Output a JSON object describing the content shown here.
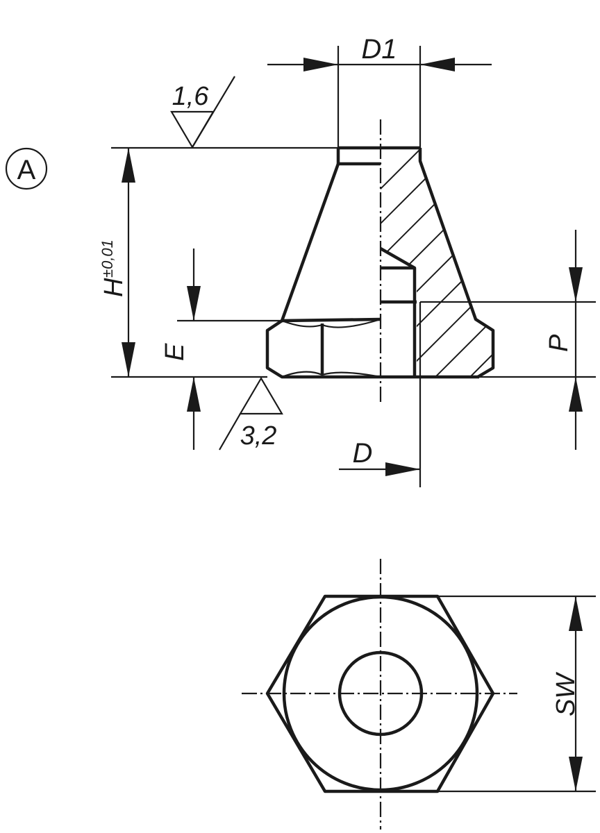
{
  "drawing": {
    "view_marker": "A",
    "dimensions": {
      "d1": "D1",
      "d": "D",
      "h": "H",
      "h_tolerance": "±0,01",
      "e": "E",
      "p": "P",
      "sw": "SW"
    },
    "surface_roughness": {
      "top": "1,6",
      "bottom": "3,2"
    },
    "colors": {
      "line": "#1a1a1a",
      "background": "#ffffff"
    }
  }
}
